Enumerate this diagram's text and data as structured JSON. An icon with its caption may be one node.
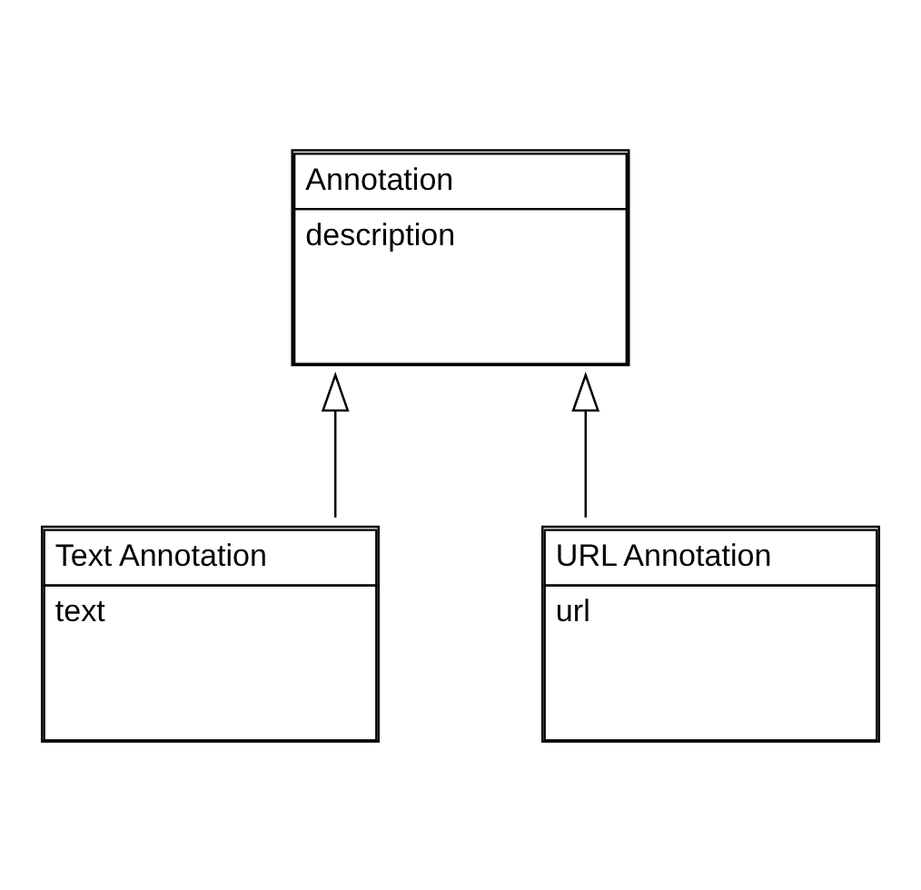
{
  "diagram": {
    "nodes": [
      {
        "text": [
          "Annotation",
          "description"
        ]
      },
      {
        "text": [
          "Text Annotation",
          "text"
        ]
      },
      {
        "text": [
          "URL Annotation",
          "url"
        ]
      }
    ],
    "edges": [
      {
        "from": 1,
        "to": 0,
        "arrow": "to"
      },
      {
        "from": 2,
        "to": 0,
        "arrow": "to"
      }
    ]
  }
}
